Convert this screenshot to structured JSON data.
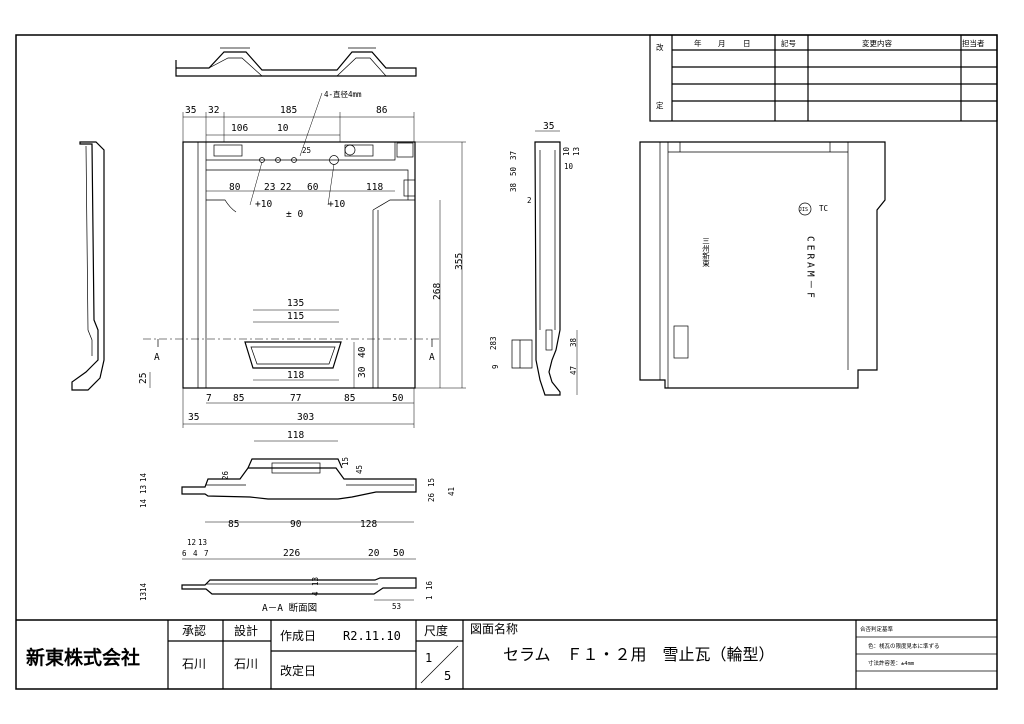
{
  "revision_table": {
    "side_label_top": "改",
    "side_label_bottom": "定",
    "col_year": "年",
    "col_month": "月",
    "col_day": "日",
    "col_mark": "記号",
    "col_content": "変更内容",
    "col_person": "担当者"
  },
  "title_block": {
    "company": "新東株式会社",
    "approve_label": "承認",
    "design_label": "設計",
    "approver": "石川",
    "designer": "石川",
    "created_label": "作成日",
    "created_date": "R2.11.10",
    "revised_label": "改定日",
    "scale_label": "尺度",
    "scale_num": "1",
    "scale_den": "5",
    "drawing_name_label": "図面名称",
    "drawing_name": "セラム　Ｆ１・２用　雪止瓦（輪型）",
    "criteria_title": "合否判定基準",
    "criteria_color": "色：桟瓦の限度見本に準ずる",
    "criteria_tolerance": "寸法許容差：±4mm"
  },
  "drawing": {
    "hole_note": "4-直径4mm",
    "section_label": "A－A 断面図",
    "section_mark": "A",
    "product_text": "CERAM－F",
    "maker_text": "三州新東",
    "mark_jis": "JIS",
    "mark_tc": "TC",
    "dims_plan": {
      "d35": "35",
      "d32": "32",
      "d185": "185",
      "d86": "86",
      "d106": "106",
      "d10": "10",
      "d25": "25",
      "d80": "80",
      "d23": "23",
      "d22": "22",
      "d60": "60",
      "d118": "118",
      "p10a": "+10",
      "p0": "± 0",
      "p10b": "+10",
      "d135": "135",
      "d115": "115",
      "d118b": "118",
      "d40": "40",
      "d30": "30",
      "d7": "7",
      "d85a": "85",
      "d77": "77",
      "d85b": "85",
      "d50": "50",
      "d35b": "35",
      "d303": "303",
      "d268": "268",
      "d355": "355",
      "d25v": "25"
    },
    "dims_side": {
      "d35": "35",
      "d10a": "10",
      "d13": "13",
      "d10b": "10",
      "d37": "37",
      "d50": "50",
      "d38": "38",
      "d2": "2",
      "d9": "9",
      "d283": "283",
      "d38b": "38",
      "d47": "47"
    },
    "dims_front": {
      "d118": "118",
      "d15": "15",
      "d45": "45",
      "d26": "26",
      "d14": "14",
      "d13": "13",
      "d14b": "14",
      "d26b": "26",
      "d15b": "15",
      "d41": "41",
      "d85": "85",
      "d90": "90",
      "d128": "128"
    },
    "dims_section": {
      "d12": "12",
      "d13": "13",
      "d6": "6",
      "d4": "4",
      "d7": "7",
      "d226": "226",
      "d20": "20",
      "d50": "50",
      "d14": "14",
      "d13b": "13",
      "d16": "16",
      "d1": "1",
      "d13c": "13",
      "d4b": "4",
      "d53": "53"
    }
  }
}
